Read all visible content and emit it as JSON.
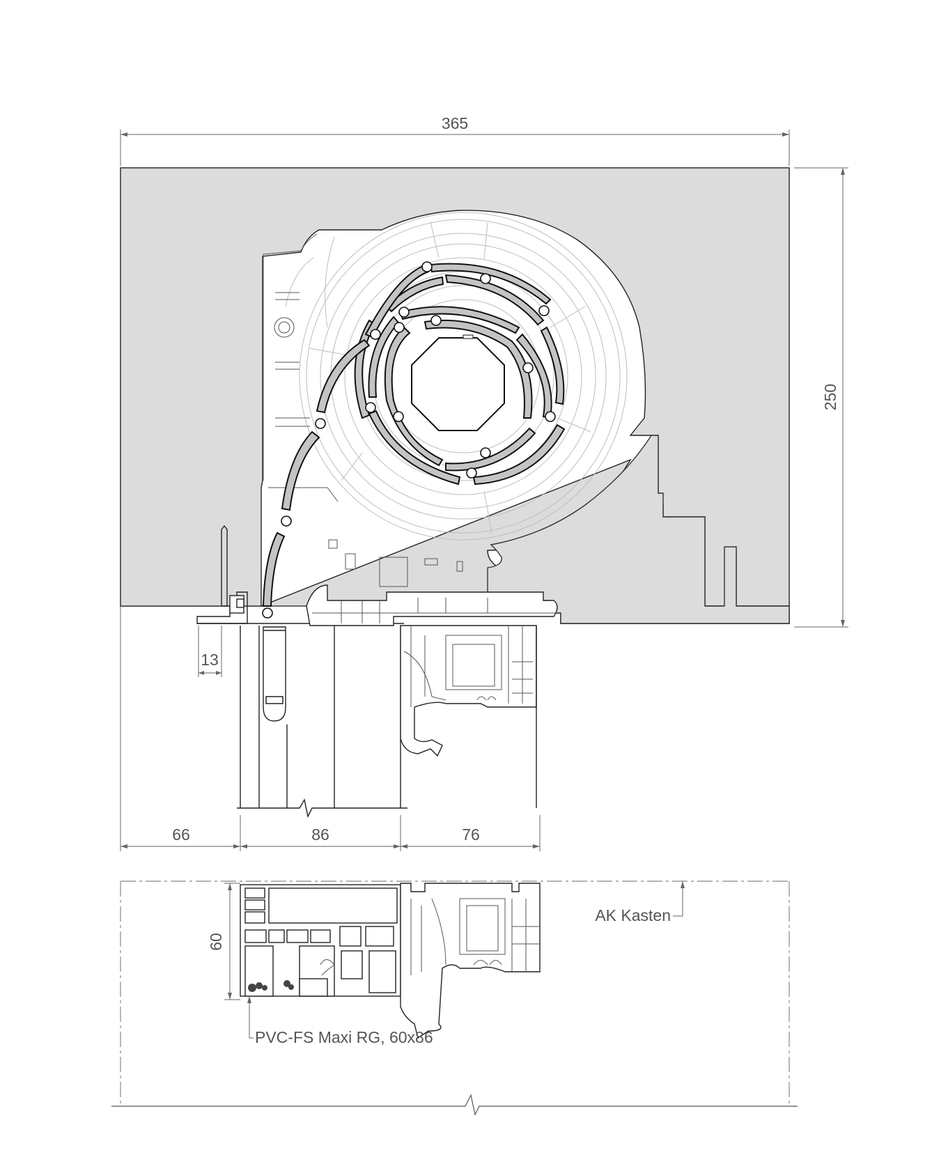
{
  "dimensions": {
    "total_width": "365",
    "height": "250",
    "frame_offset": "13",
    "left_span": "66",
    "middle_span": "86",
    "right_span": "76",
    "profile_height": "60"
  },
  "labels": {
    "box_label": "AK Kasten",
    "profile_label": "PVC-FS Maxi RG, 60x86"
  },
  "colors": {
    "housing_fill": "#dcdcdc",
    "slat_fill": "#c4c4c4",
    "line": "#222222"
  }
}
